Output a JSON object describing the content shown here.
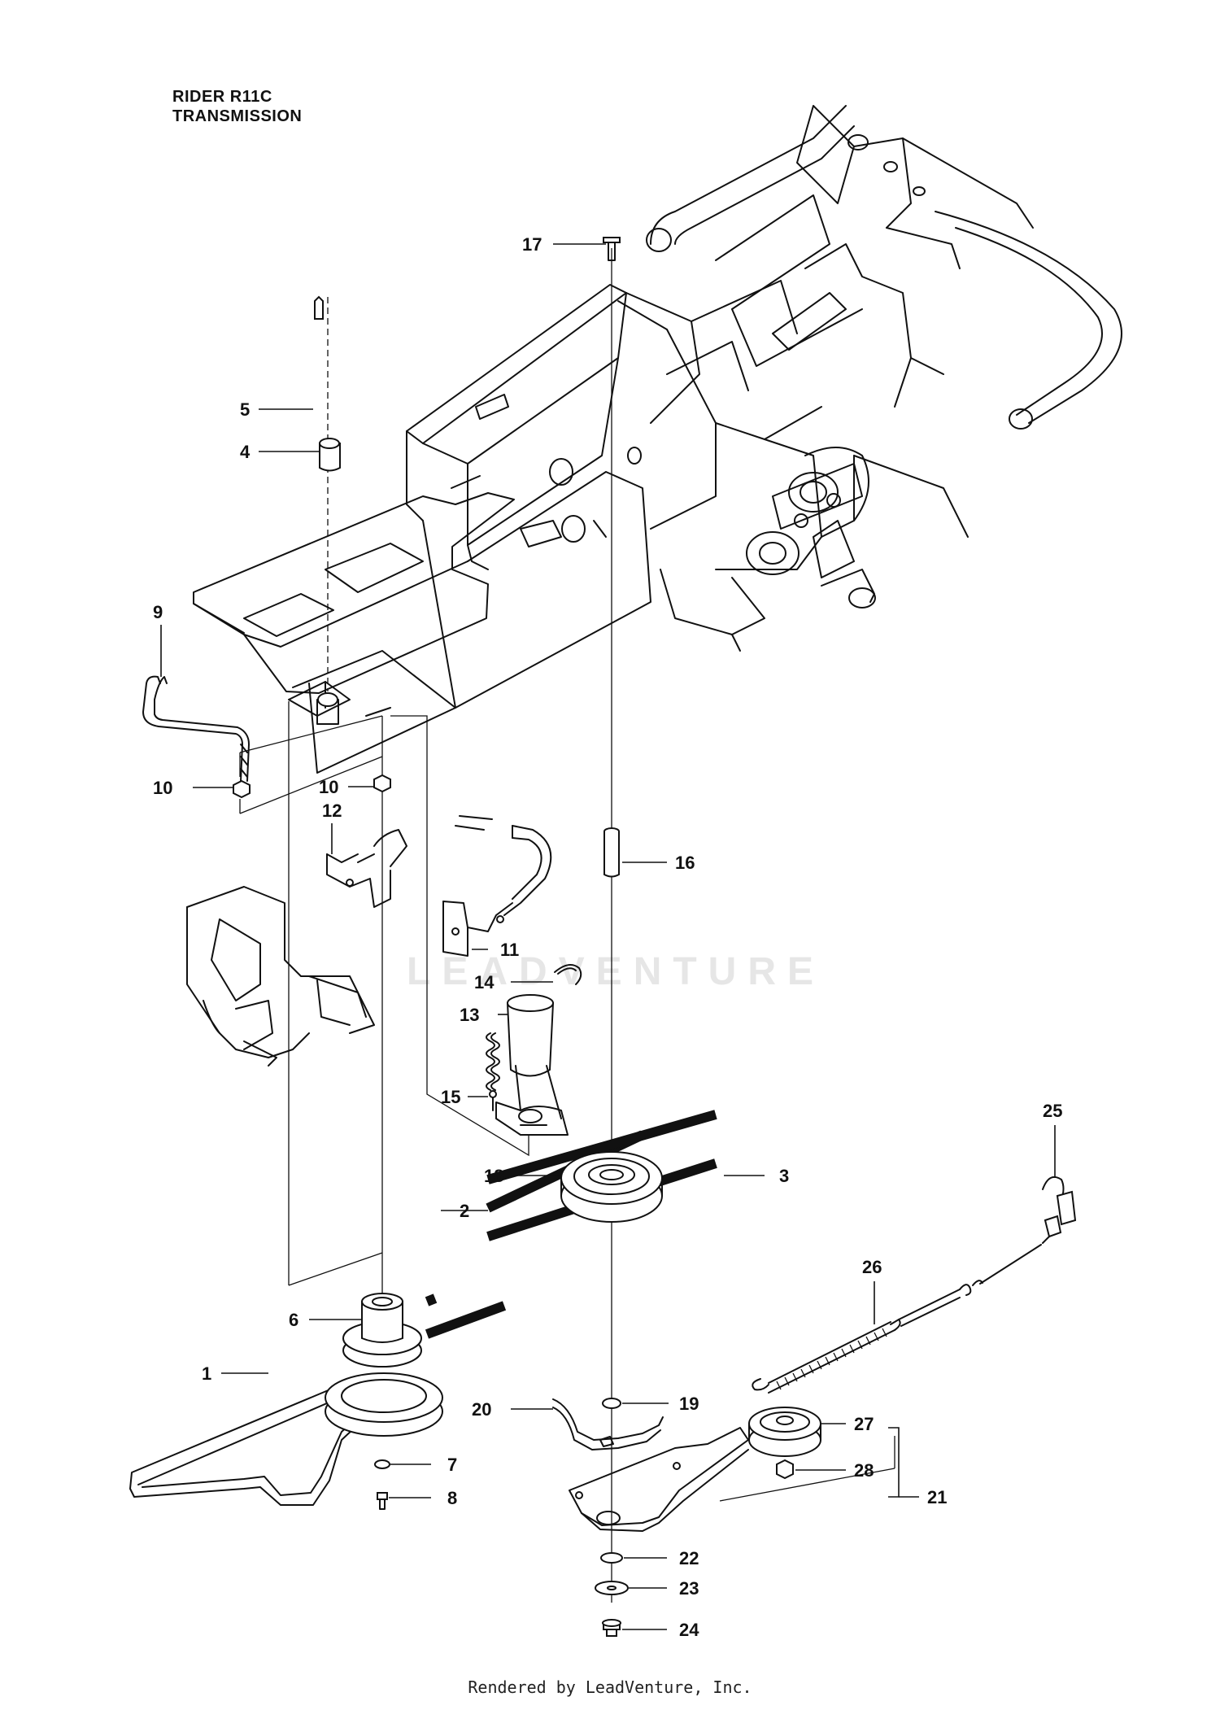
{
  "header": {
    "line1": "RIDER R11C",
    "line2": "TRANSMISSION"
  },
  "watermark": "LEADVENTURE",
  "footer": "Rendered by LeadVenture, Inc.",
  "parts": [
    "1",
    "2",
    "3",
    "4",
    "5",
    "6",
    "7",
    "8",
    "9",
    "10",
    "10",
    "11",
    "12",
    "13",
    "14",
    "15",
    "16",
    "17",
    "18",
    "19",
    "20",
    "21",
    "22",
    "23",
    "24",
    "25",
    "26",
    "27",
    "28"
  ]
}
